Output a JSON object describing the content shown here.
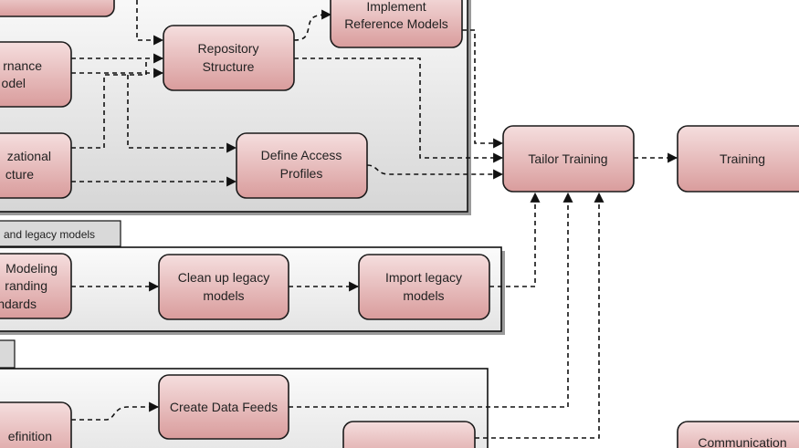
{
  "nodes": {
    "implement_ref_models": [
      "Implement",
      "Reference Models"
    ],
    "repository_structure": [
      "Repository",
      "Structure"
    ],
    "governance_model": [
      "rnance",
      "odel"
    ],
    "organizational_structure": [
      "zational",
      "cture"
    ],
    "define_access_profiles": [
      "Define Access",
      "Profiles"
    ],
    "tailor_training": [
      "Tailor Training"
    ],
    "training": [
      "Training"
    ],
    "modeling_standards": [
      "Modeling",
      "randing",
      "ndards"
    ],
    "clean_up_legacy": [
      "Clean up legacy",
      "models"
    ],
    "import_legacy": [
      "Import legacy",
      "models"
    ],
    "create_data_feeds": [
      "Create Data Feeds"
    ],
    "definition": [
      "efinition"
    ],
    "communication": [
      "Communication"
    ]
  },
  "groups": {
    "legacy_tab": "and legacy models"
  },
  "colors": {
    "node_top": "#f5dede",
    "node_bottom": "#d99c9c",
    "group_top": "#fafafa",
    "group_bottom": "#d4d4d4"
  }
}
